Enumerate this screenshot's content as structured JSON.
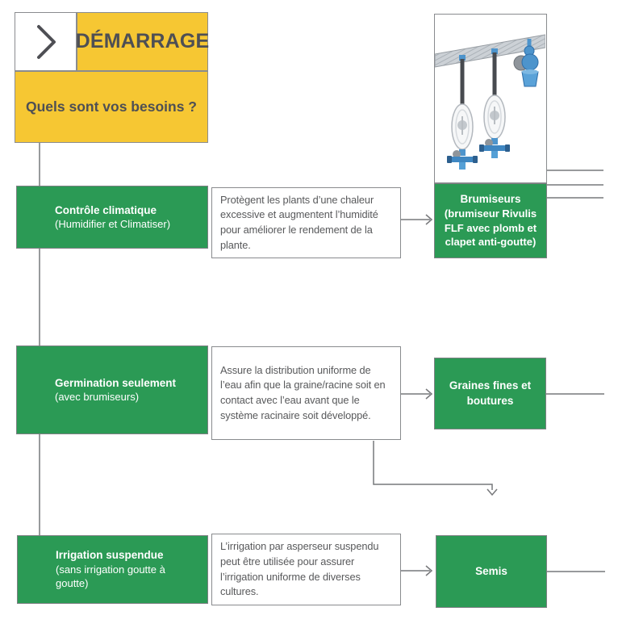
{
  "palette": {
    "yellow": "#F6C733",
    "green": "#2B9A55",
    "box_border_gray": "#898B8E",
    "line_gray": "#77787B",
    "heading_text": "#4E4F54",
    "body_text": "#58595B",
    "mister_blue": "#4D94CC"
  },
  "header": {
    "chevron_icon": "chevron-right",
    "start_label": "DÉMARRAGE",
    "question": "Quels sont vos besoins ?"
  },
  "illustration": {
    "name": "suspended-misters-product-image"
  },
  "rows": [
    {
      "need": {
        "title": "Contrôle climatique",
        "subtitle": "(Humidifier et Climatiser)"
      },
      "description": "Protègent les plants d’une chaleur excessive et augmentent l’humidité pour améliorer le rendement de la plante.",
      "result": {
        "title": "Brumiseurs",
        "subtitle": "(brumiseur Rivulis FLF avec plomb et clapet anti-goutte)"
      }
    },
    {
      "need": {
        "title": "Germination seulement",
        "subtitle": "(avec brumiseurs)"
      },
      "description": "Assure la distribution uniforme de l’eau afin que la graine/racine soit en contact avec l’eau avant que le système racinaire soit développé.",
      "result": {
        "title": "Graines fines et boutures",
        "subtitle": ""
      }
    },
    {
      "need": {
        "title": "Irrigation suspendue",
        "subtitle": "(sans irrigation goutte à goutte)"
      },
      "description": "L’irrigation par asperseur suspendu peut être utilisée pour assurer l’irrigation uniforme de diverses cultures.",
      "result": {
        "title": "Semis",
        "subtitle": ""
      }
    }
  ]
}
